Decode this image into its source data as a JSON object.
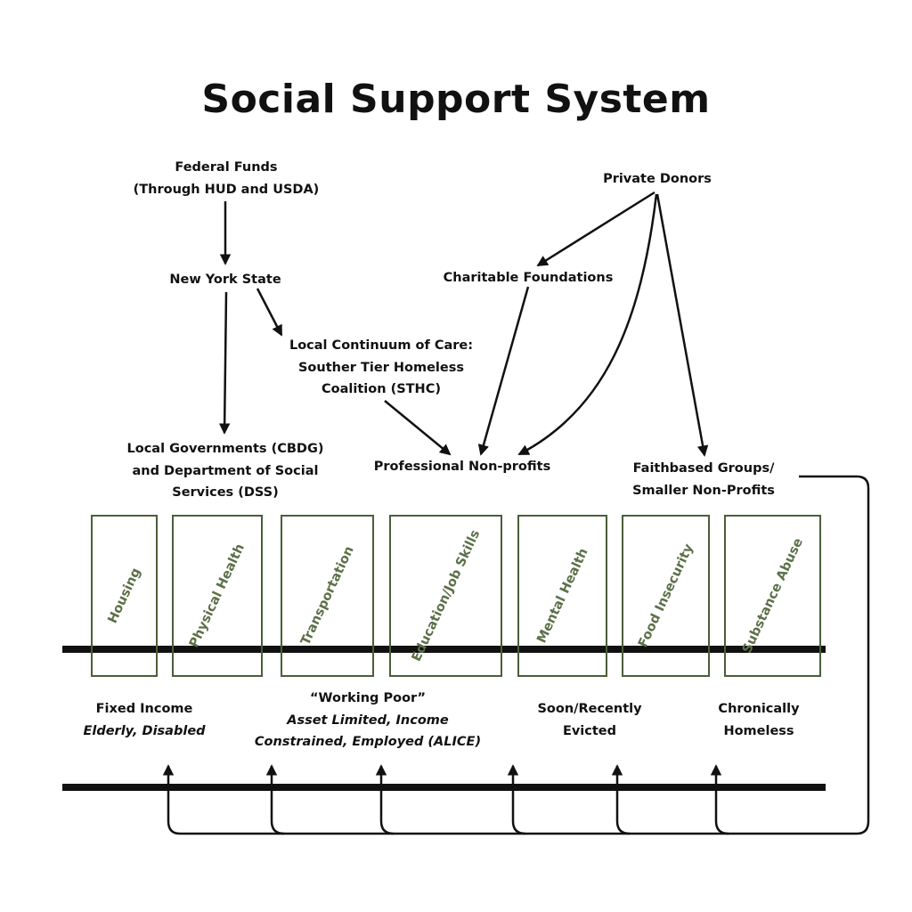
{
  "title": "Social Support System",
  "colors": {
    "ink": "#111111",
    "pillar_border": "#4a5e3a",
    "pillar_text": "#5c7048",
    "background": "#ffffff"
  },
  "funders": {
    "federal": {
      "line1": "Federal Funds",
      "line2": "(Through HUD and USDA)"
    },
    "state": "New York State",
    "continuum": {
      "line1": "Local Continuum of Care:",
      "line2": "Souther Tier Homeless",
      "line3": "Coalition (STHC)"
    },
    "local_gov": {
      "line1": "Local Governments (CBDG)",
      "line2": "and Department of Social",
      "line3": "Services (DSS)"
    },
    "private_donors": "Private Donors",
    "charitable_foundations": "Charitable Foundations",
    "professional_nonprofits": "Professional Non-profits",
    "faithbased": {
      "line1": "Faithbased Groups/",
      "line2": "Smaller Non-Profits"
    }
  },
  "pillars": [
    "Housing",
    "Physical Health",
    "Transportation",
    "Education/Job Skills",
    "Mental Health",
    "Food Insecurity",
    "Substance Abuse"
  ],
  "populations": {
    "fixed_income": {
      "line1": "Fixed Income",
      "line2": "Elderly, Disabled"
    },
    "working_poor": {
      "line1": "“Working Poor”",
      "line2": "Asset Limited, Income",
      "line3": "Constrained, Employed (ALICE)"
    },
    "evicted": {
      "line1": "Soon/Recently",
      "line2": "Evicted"
    },
    "chronically_homeless": {
      "line1": "Chronically",
      "line2": "Homeless"
    }
  }
}
